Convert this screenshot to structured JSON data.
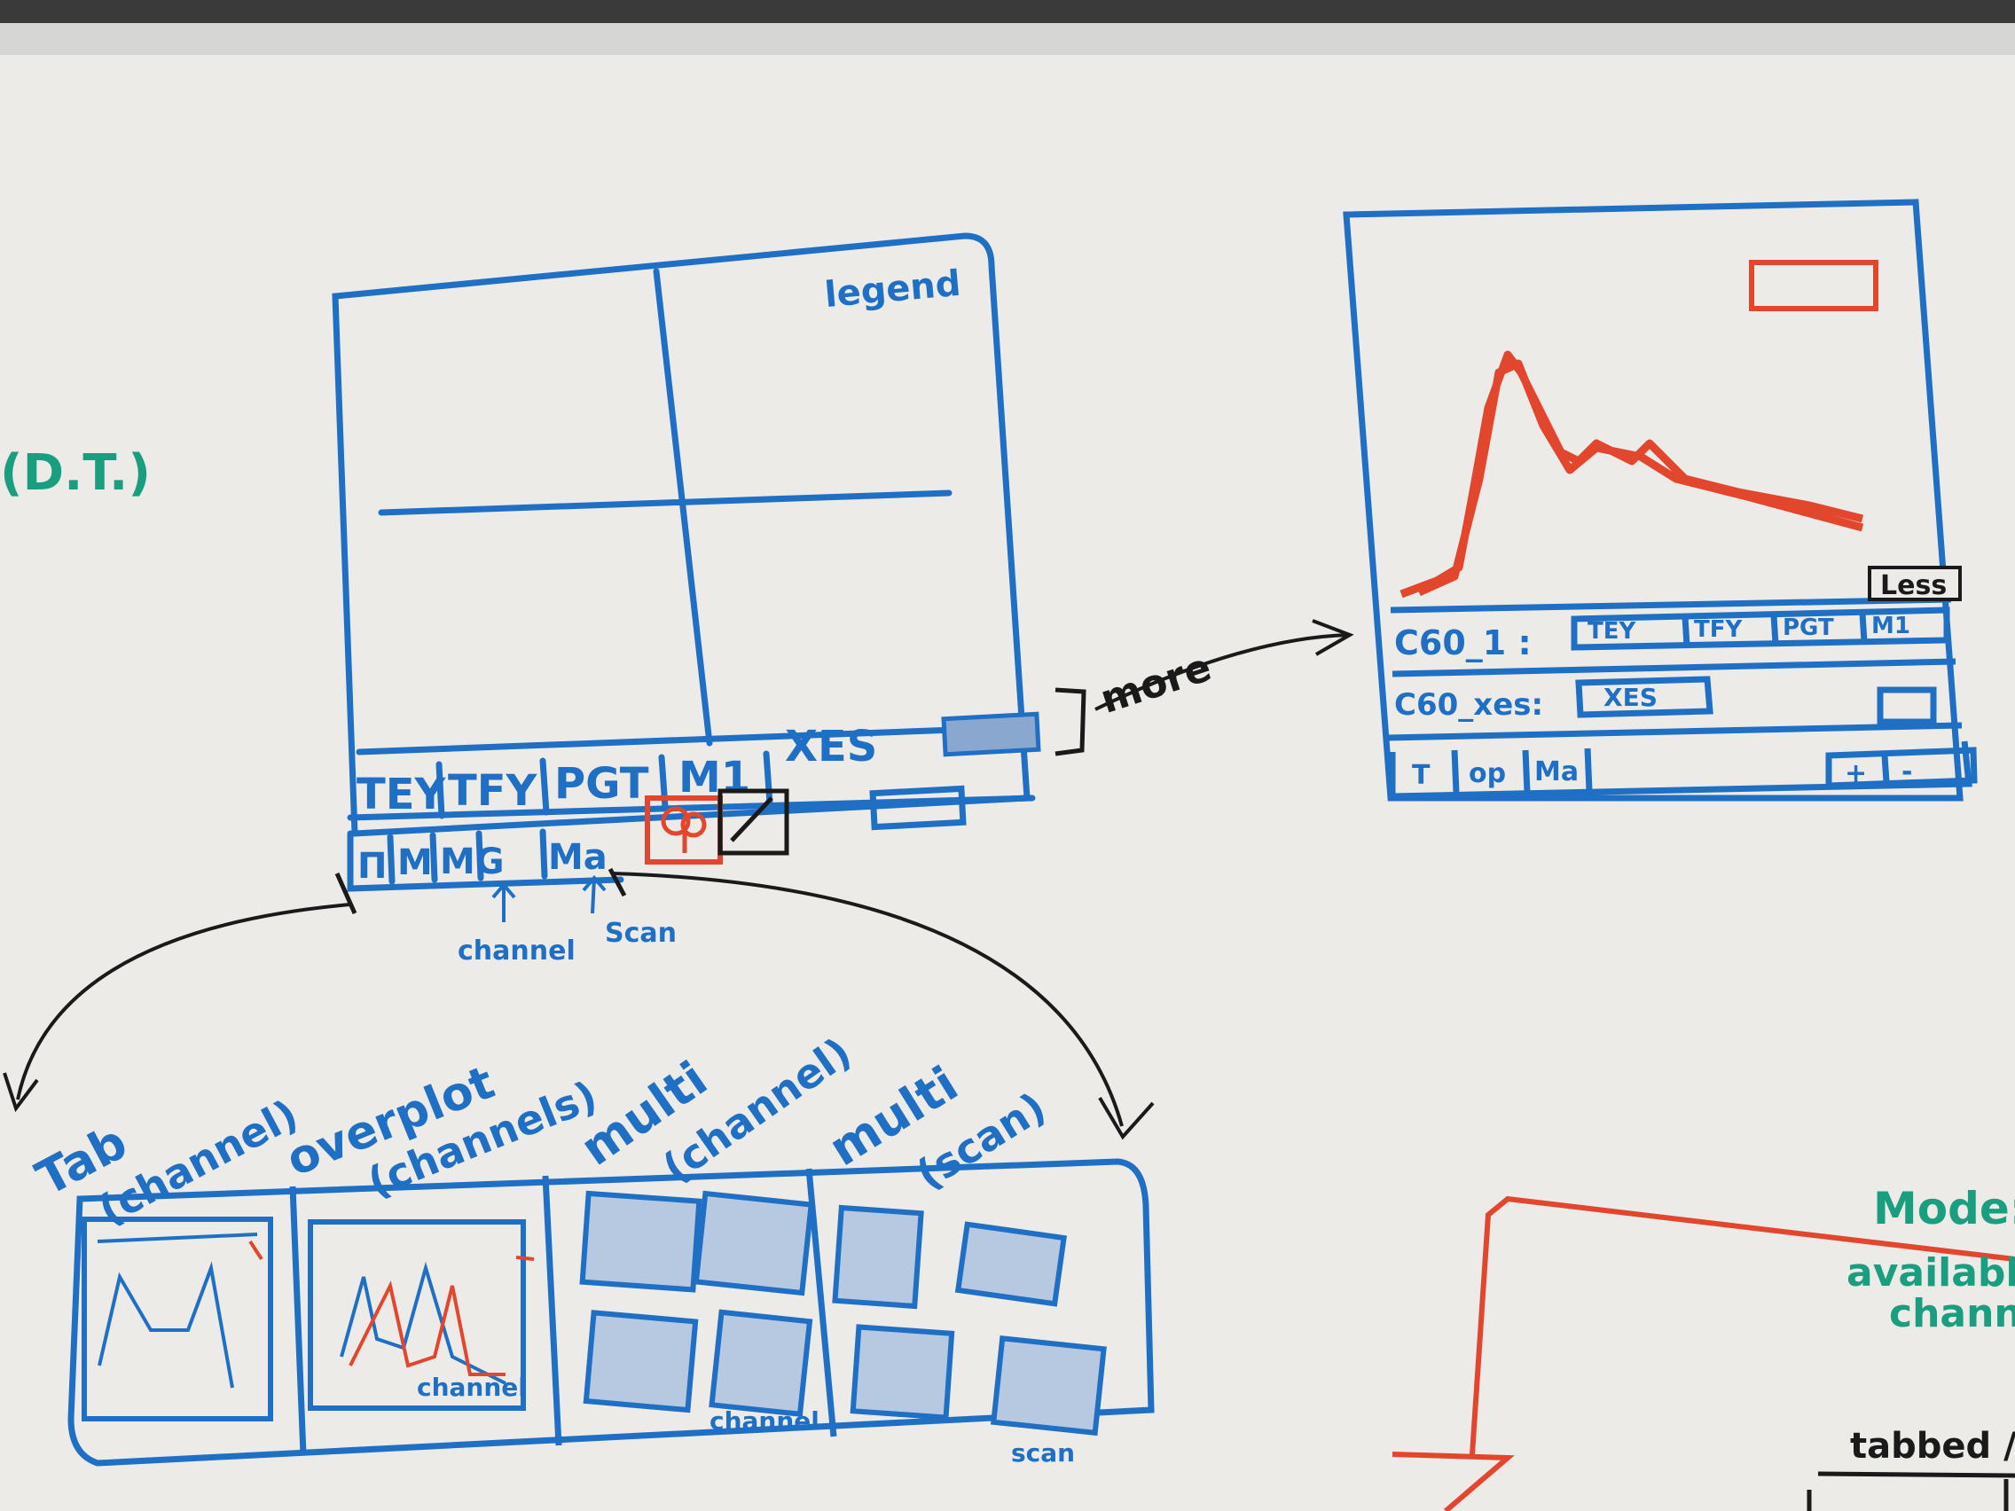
{
  "colors": {
    "board": "#ececea",
    "frame": "#cfcfcf",
    "marker_blue": "#1f6fc4",
    "marker_red": "#e2462c",
    "marker_green": "#1a9e80",
    "marker_black": "#1a1a1a"
  },
  "left_note": "(D.T.)",
  "main_panel": {
    "legend": "legend",
    "channel_buttons": [
      "TEY",
      "TFY",
      "PGT",
      "M1",
      "XES"
    ],
    "more_link": "more",
    "mode_tabs": [
      "Π",
      "M",
      "MG",
      "Ma"
    ],
    "annotations": [
      "channel",
      "Scan"
    ]
  },
  "expanded_panel": {
    "less_button": "Less",
    "scan_rows": [
      {
        "label": "C60_1 :",
        "channels": [
          "TEY",
          "TFY",
          "PGT",
          "M1"
        ]
      },
      {
        "label": "C60_xes:",
        "channels": [
          "XES"
        ]
      }
    ],
    "bottom_tabs": [
      "T",
      "op",
      "Ma"
    ],
    "zoom_buttons": [
      "+",
      "-"
    ]
  },
  "modes": [
    {
      "title": "Tab",
      "subtitle": "(channel)"
    },
    {
      "title": "overplot",
      "subtitle": "(channels)",
      "caption": "channel"
    },
    {
      "title": "multi",
      "subtitle": "(channel)",
      "caption": "channel"
    },
    {
      "title": "multi",
      "subtitle": "(scan)",
      "caption": "scan"
    }
  ],
  "right_notes": {
    "mode": "Mode:",
    "available": "available",
    "channels": "channe",
    "tabbed": "tabbed /"
  }
}
